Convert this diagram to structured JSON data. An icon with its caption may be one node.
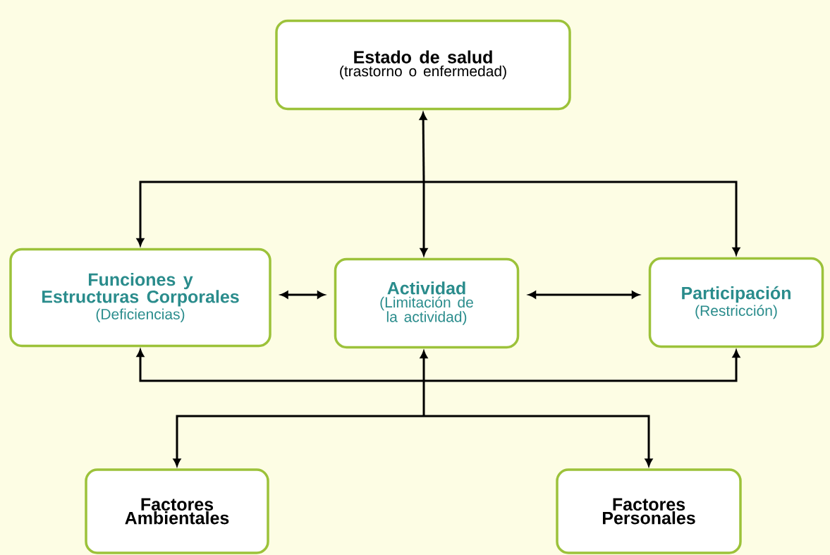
{
  "diagram": {
    "nodes": [
      {
        "text": [
          "Estado de salud",
          "(trastorno o enfermedad)"
        ]
      },
      {
        "text": [
          "Funciones y Estructuras Corporales",
          "(Deficiencias)"
        ]
      },
      {
        "text": [
          "Actividad",
          "(Limitación de la actividad)"
        ]
      },
      {
        "text": [
          "Participación",
          "(Restricción)"
        ]
      },
      {
        "text": [
          "Factores Ambientales"
        ]
      },
      {
        "text": [
          "Factores Personales"
        ]
      }
    ],
    "edges": [
      {
        "from": 0,
        "to": 1,
        "arrow": "both"
      },
      {
        "from": 0,
        "to": 2,
        "arrow": "both"
      },
      {
        "from": 0,
        "to": 3,
        "arrow": "both"
      },
      {
        "from": 1,
        "to": 2,
        "arrow": "both"
      },
      {
        "from": 2,
        "to": 3,
        "arrow": "both"
      },
      {
        "from": 4,
        "to": 1,
        "arrow": "both"
      },
      {
        "from": 4,
        "to": 2,
        "arrow": "both"
      },
      {
        "from": 4,
        "to": 3,
        "arrow": "both"
      },
      {
        "from": 5,
        "to": 1,
        "arrow": "both"
      },
      {
        "from": 5,
        "to": 2,
        "arrow": "both"
      },
      {
        "from": 5,
        "to": 3,
        "arrow": "both"
      }
    ]
  }
}
